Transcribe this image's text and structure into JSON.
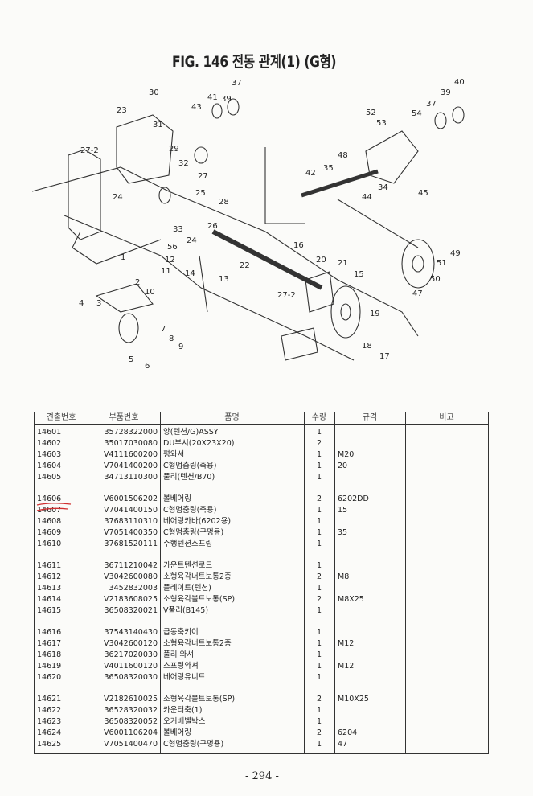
{
  "title": "FIG. 146 전동 관계(1) (G형)",
  "callouts": [
    "37",
    "30",
    "23",
    "43",
    "41",
    "39",
    "31",
    "40",
    "39",
    "37",
    "52",
    "53",
    "54",
    "27-2",
    "29",
    "32",
    "27",
    "25",
    "28",
    "48",
    "42",
    "35",
    "44",
    "34",
    "24",
    "33",
    "24",
    "26",
    "45",
    "56",
    "12",
    "16",
    "20",
    "21",
    "15",
    "51",
    "49",
    "11",
    "14",
    "22",
    "13",
    "50",
    "47",
    "10",
    "1",
    "2",
    "3",
    "4",
    "27-2",
    "19",
    "18",
    "17",
    "5",
    "6",
    "7",
    "8",
    "9"
  ],
  "table": {
    "headers": [
      "견출번호",
      "부품번호",
      "품명",
      "수량",
      "규격",
      "비고"
    ],
    "groups": [
      [
        [
          "14601",
          "35728322000",
          "앙(텐션/G)ASSY",
          "1",
          ""
        ],
        [
          "14602",
          "35017030080",
          "DU부시(20X23X20)",
          "2",
          ""
        ],
        [
          "14603",
          "V4111600200",
          "평와셔",
          "1",
          "M20"
        ],
        [
          "14604",
          "V7041400200",
          "C형멈춤링(축용)",
          "1",
          "20"
        ],
        [
          "14605",
          "34713110300",
          "풀리(텐션/B70)",
          "1",
          ""
        ]
      ],
      [
        [
          "14606",
          "V6001506202",
          "볼베어링",
          "2",
          "6202DD"
        ],
        [
          "14607",
          "V7041400150",
          "C형멈춤링(축용)",
          "1",
          "15"
        ],
        [
          "14608",
          "37683110310",
          "베어링카바(6202용)",
          "1",
          ""
        ],
        [
          "14609",
          "V7051400350",
          "C형멈춤링(구멍용)",
          "1",
          "35"
        ],
        [
          "14610",
          "37681520111",
          "주행텐션스프링",
          "1",
          ""
        ]
      ],
      [
        [
          "14611",
          "36711210042",
          "카운트텐션로드",
          "1",
          ""
        ],
        [
          "14612",
          "V3042600080",
          "소형육각너트보통2종",
          "2",
          "M8"
        ],
        [
          "14613",
          "3452832003",
          "플레이트(텐션)",
          "1",
          ""
        ],
        [
          "14614",
          "V2183608025",
          "소형육각볼트보통(SP)",
          "2",
          "M8X25"
        ],
        [
          "14615",
          "36508320021",
          "V풀리(B145)",
          "1",
          ""
        ]
      ],
      [
        [
          "14616",
          "37543140430",
          "급동축키이",
          "1",
          ""
        ],
        [
          "14617",
          "V3042600120",
          "소형육각너트보통2종",
          "1",
          "M12"
        ],
        [
          "14618",
          "36217020030",
          "풀리 와셔",
          "1",
          ""
        ],
        [
          "14619",
          "V4011600120",
          "스프링와셔",
          "1",
          "M12"
        ],
        [
          "14620",
          "36508320030",
          "베어링유니트",
          "1",
          ""
        ]
      ],
      [
        [
          "14621",
          "V2182610025",
          "소형육각볼트보통(SP)",
          "2",
          "M10X25"
        ],
        [
          "14622",
          "36528320032",
          "카운터축(1)",
          "1",
          ""
        ],
        [
          "14623",
          "36508320052",
          "오거베벨박스",
          "1",
          ""
        ],
        [
          "14624",
          "V6001106204",
          "볼베어링",
          "2",
          "6204"
        ],
        [
          "14625",
          "V7051400470",
          "C형멈춤링(구멍용)",
          "1",
          "47"
        ]
      ]
    ]
  },
  "page_number": "- 294 -",
  "mark_color": "#d03030"
}
